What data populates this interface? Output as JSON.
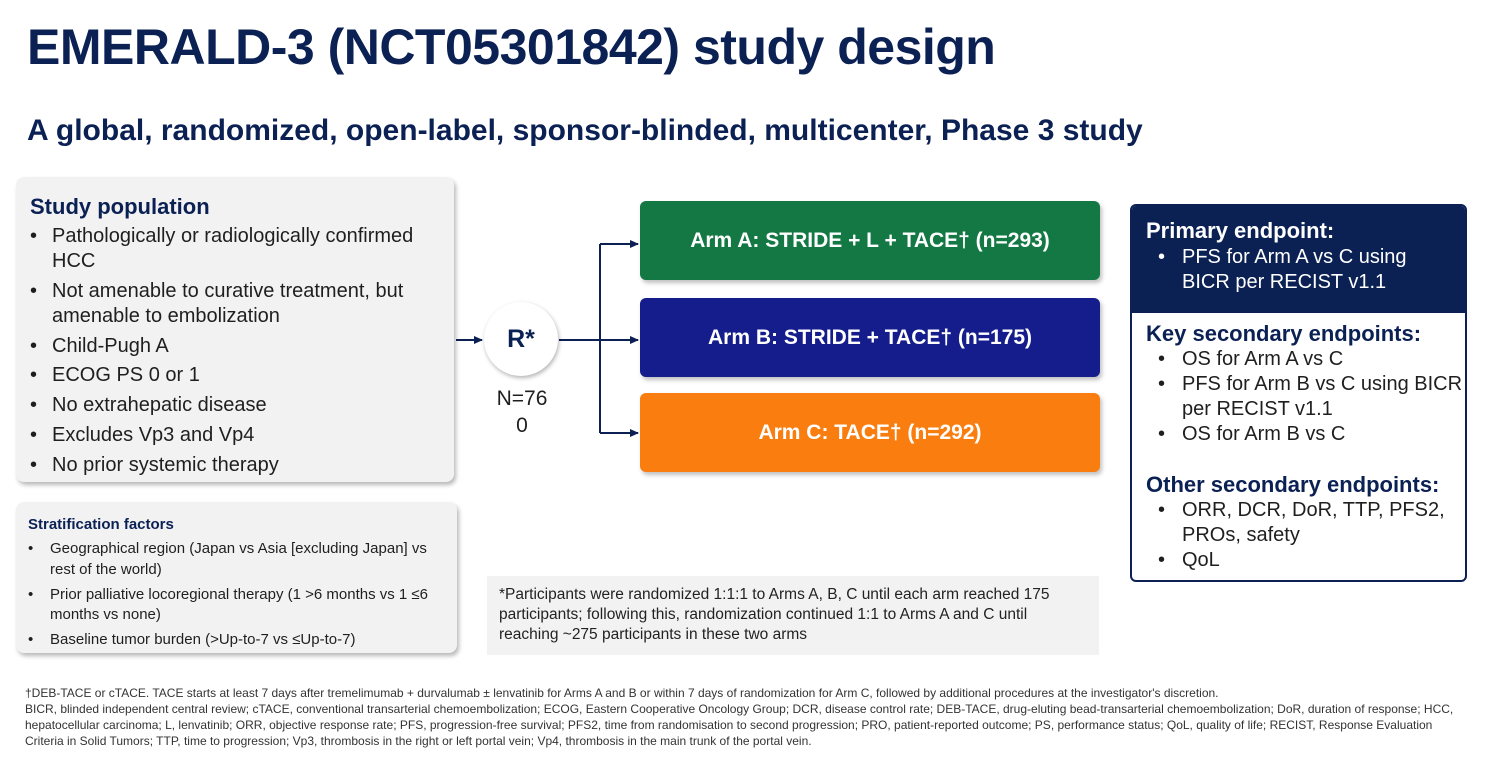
{
  "title": "EMERALD-3 (NCT05301842) study design",
  "subtitle": "A global, randomized, open-label, sponsor-blinded, multicenter, Phase 3 study",
  "population": {
    "heading": "Study population",
    "items": [
      "Pathologically or radiologically confirmed HCC",
      "Not amenable to curative treatment, but amenable to embolization",
      "Child-Pugh A",
      "ECOG PS 0 or 1",
      "No extrahepatic disease",
      "Excludes Vp3 and Vp4",
      "No prior systemic therapy"
    ]
  },
  "stratification": {
    "heading": "Stratification factors",
    "items": [
      "Geographical region (Japan vs Asia [excluding Japan] vs rest of the world)",
      "Prior palliative locoregional therapy (1 >6 months vs 1 ≤6 months vs none)",
      "Baseline tumor burden (>Up-to-7 vs ≤Up-to-7)"
    ]
  },
  "randomization": {
    "label": "R*",
    "n": "N=76",
    "n_cont": "0"
  },
  "arms": {
    "a": "Arm A: STRIDE + L + TACE† (n=293)",
    "b": "Arm B: STRIDE + TACE† (n=175)",
    "c": "Arm C: TACE† (n=292)"
  },
  "note": "*Participants were randomized 1:1:1 to Arms A, B, C until each arm reached 175 participants; following this, randomization continued 1:1 to Arms A and C until reaching ~275 participants in these two arms",
  "endpoints": {
    "primary": {
      "heading": "Primary endpoint:",
      "items": [
        "PFS for Arm A vs C using BICR per RECIST v1.1"
      ]
    },
    "key_secondary": {
      "heading": "Key secondary endpoints:",
      "items": [
        "OS for Arm A vs C",
        "PFS for Arm B vs C using BICR per RECIST v1.1",
        "OS for Arm B vs C"
      ]
    },
    "other_secondary": {
      "heading": "Other secondary endpoints:",
      "items": [
        "ORR, DCR, DoR, TTP, PFS2, PROs, safety",
        "QoL"
      ]
    }
  },
  "footnotes": {
    "dagger": "†DEB-TACE or cTACE. TACE starts at least 7 days after tremelimumab + durvalumab ± lenvatinib for Arms A and B or within 7 days of randomization for Arm C, followed by additional procedures at the investigator's discretion.",
    "abbreviations": "BICR, blinded independent central review; cTACE, conventional transarterial chemoembolization; ECOG, Eastern Cooperative Oncology Group; DCR, disease control rate; DEB-TACE, drug-eluting bead-transarterial chemoembolization; DoR, duration of response; HCC, hepatocellular carcinoma; L, lenvatinib; ORR, objective response rate; PFS, progression-free survival; PFS2, time from randomisation to second progression; PRO, patient-reported outcome; PS, performance status; QoL, quality of life; RECIST, Response Evaluation Criteria in Solid Tumors; TTP, time to progression; Vp3, thrombosis in the right or left portal vein; Vp4, thrombosis in the main trunk of the portal vein."
  },
  "colors": {
    "navy": "#0b2154",
    "arm_a": "#147844",
    "arm_b": "#151d8c",
    "arm_c": "#fa7d0f"
  }
}
